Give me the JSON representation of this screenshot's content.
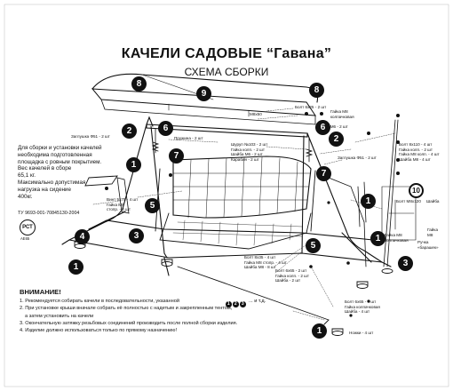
{
  "title": "КАЧЕЛИ САДОВЫЕ “Гавана”",
  "subtitle": "СХЕМА СБОРКИ",
  "description": "Для сборки и установки качелей\nнеобходима подготовленная\nплощадка с ровным покрытием.\nВес качелей в сборе\n65,1 кг.\nМаксимально допустимая\nнагрузка на сидение\n400кг.",
  "tu_code": "ТУ 9693-001-70845130-2004",
  "cert": {
    "mark": "РСТ",
    "code": "АЕ65"
  },
  "labels": {
    "bolt_6x25": "Болт 6х25 - 2 шт",
    "m8x50": "М8х50",
    "nut_m8_cap": "Гайка М8\nколпачковая",
    "washer_m6": "Шайба М6 - 2 шт",
    "plug_51_top": "Заглушка Ф51 - 2 шт",
    "spring": "Пружина - 2 шт",
    "screw_set": "Шуруп №103 - 2 шт\nГайка колп. - 2 шт\nШайба М6 - 2 шт\nКарабин - 2 шт",
    "plug_51_right": "Заглушка Ф51 - 2 шт",
    "bolt_8x110": "Болт 8х110 - 4 шт\nГайка колп. - 2 шт\nГайка М8 колп. - 4 шт\nШайба М8 - 4 шт",
    "bolt_5x75": "Винт 5х75 - 4 шт\nГайка М5\nстопр. - 4 шт",
    "bolt_8x35": "Болт 8х35 - 4 шт\nГайка М8 стопр. - 4 шт\nШайба М8 - 8 шт",
    "bolt_6x65_mid": "Болт 6х65 - 2 шт\nГайка колп. - 2 шт\nШайба - 2 шт",
    "bolt_6x65_low": "Болт 6х65 - 4 шт\nГайка колпачковая\nШайба - 4 шт",
    "feet": "Ножки - 4 шт",
    "detail_bolt": "Болт М8х120",
    "detail_washer": "Шайба",
    "detail_nut": "Гайка\nМ8",
    "detail_handle": "Ручка\n«барашек»",
    "detail_left": "Гайка М8\nколпачковая"
  },
  "callouts": [
    "1",
    "2",
    "3",
    "4",
    "5",
    "6",
    "7",
    "8",
    "9",
    "10"
  ],
  "warning": {
    "heading": "ВНИМАНИЕ!",
    "note1_pre": "1. Рекомендуется собирать качели в последовательности, указанной",
    "note1_post": "... и т.д.",
    "note2": "2. При установке крыши вначале собрать её полностью с надетым и закрепленным тентом,",
    "note2b": "а затем установить на качели",
    "note3": "3. Окончательную затяжку резьбовых соединений производить после полной сборки изделия.",
    "note4": "4. Изделие должно использоваться только по прямому назначению!"
  },
  "colors": {
    "ink": "#111111",
    "paper": "#ffffff"
  }
}
